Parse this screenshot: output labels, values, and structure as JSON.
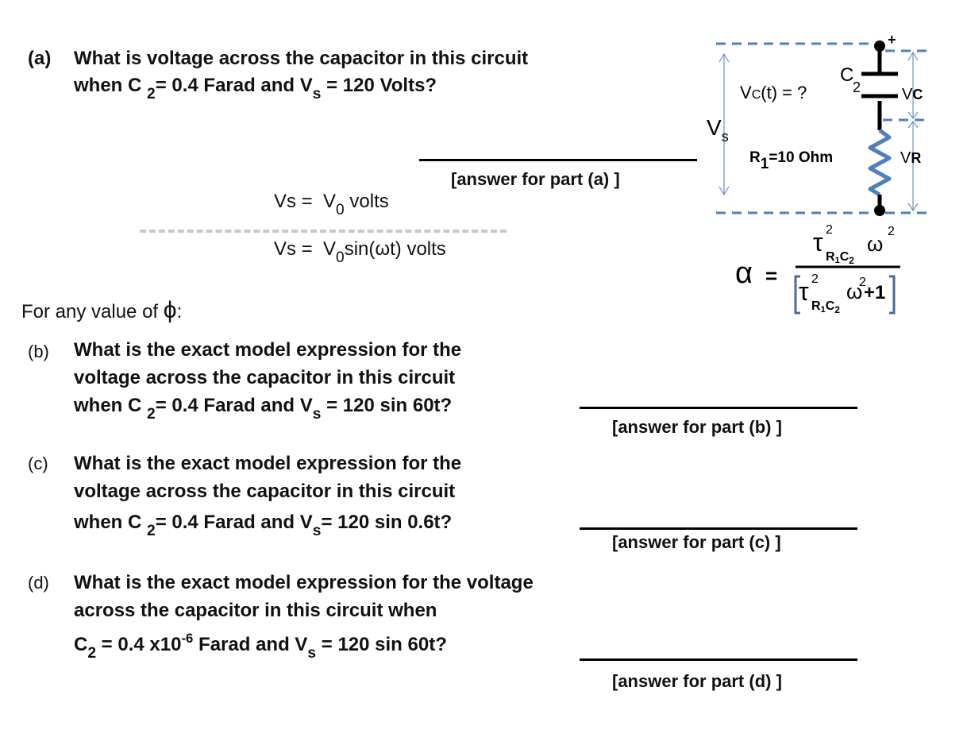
{
  "part_a": {
    "label": "(a)",
    "line1": "What is voltage across the capacitor in this circuit",
    "line2_when": "when C",
    "line2_c_sub": "2",
    "line2_mid": "= 0.4 Farad and  V",
    "line2_v_sub": "s",
    "line2_end": "= 120 Volts?",
    "answer_label": "[answer for part (a) ]"
  },
  "source_notes": {
    "dc_lhs": "Vs = ",
    "dc_v": "V",
    "dc_sub": "0",
    "dc_rest": " volts",
    "ac_lhs": "Vs = ",
    "ac_v": "V",
    "ac_sub": "0",
    "ac_rest": "sin(ωt)  volts"
  },
  "phi_heading": {
    "text": "For any value of ",
    "symbol": "ϕ",
    "colon": ":"
  },
  "part_b": {
    "label": "(b)",
    "line1": "What is the exact model expression for the",
    "line2": "voltage across the capacitor in this circuit",
    "line3_when": "when C",
    "line3_c_sub": "2",
    "line3_mid": "=  0.4 Farad and V",
    "line3_v_sub": "s",
    "line3_end": " = 120 sin 60t?",
    "answer_label": "[answer for part (b) ]"
  },
  "part_c": {
    "label": "(c)",
    "line1": "What is the exact model expression for the",
    "line2": "voltage across the capacitor in this circuit",
    "line3_when": " when C",
    "line3_c_sub": "2",
    "line3_mid": "=  0.4 Farad and V",
    "line3_v_sub": "s",
    "line3_end": "= 120 sin 0.6t?",
    "answer_label": "[answer for part (c) ]"
  },
  "part_d": {
    "label": "(d)",
    "line1": "What is the exact model expression for the voltage",
    "line2": "across the capacitor in this circuit when",
    "line3_c": "C",
    "line3_c_sub": "2",
    "line3_mid": " =  0.4 x10",
    "line3_exp": "-6",
    "line3_farad": " Farad and V",
    "line3_v_sub": "s",
    "line3_end": "  = 120 sin 60t?",
    "answer_label": "[answer for part (d) ]"
  },
  "circuit": {
    "vs_label": "V",
    "vs_sub": "s",
    "vc_question": "V",
    "vc_question_sub": "C",
    "vc_question_rest": "(t) = ?",
    "cap_label": "C",
    "cap_sub": "2",
    "vc_label": "V",
    "vc_sub": "C",
    "res_label": "R",
    "res_sub": "1",
    "res_value": "=10 Ohm",
    "vr_label": "V",
    "vr_sub": "R",
    "plus_sign": "+",
    "wire_color": "#000000",
    "resistor_color": "#4f7fbf",
    "dash_color": "#4f7fbf"
  },
  "formula": {
    "alpha": "α",
    "equals": "=",
    "tau": "τ",
    "sq": "2",
    "sub_r": "R",
    "sub_1": "1",
    "sub_c": "C",
    "sub_2": "2",
    "omega": "ω",
    "plus_one": "+1",
    "bracket_color": "#4a6a9a"
  }
}
